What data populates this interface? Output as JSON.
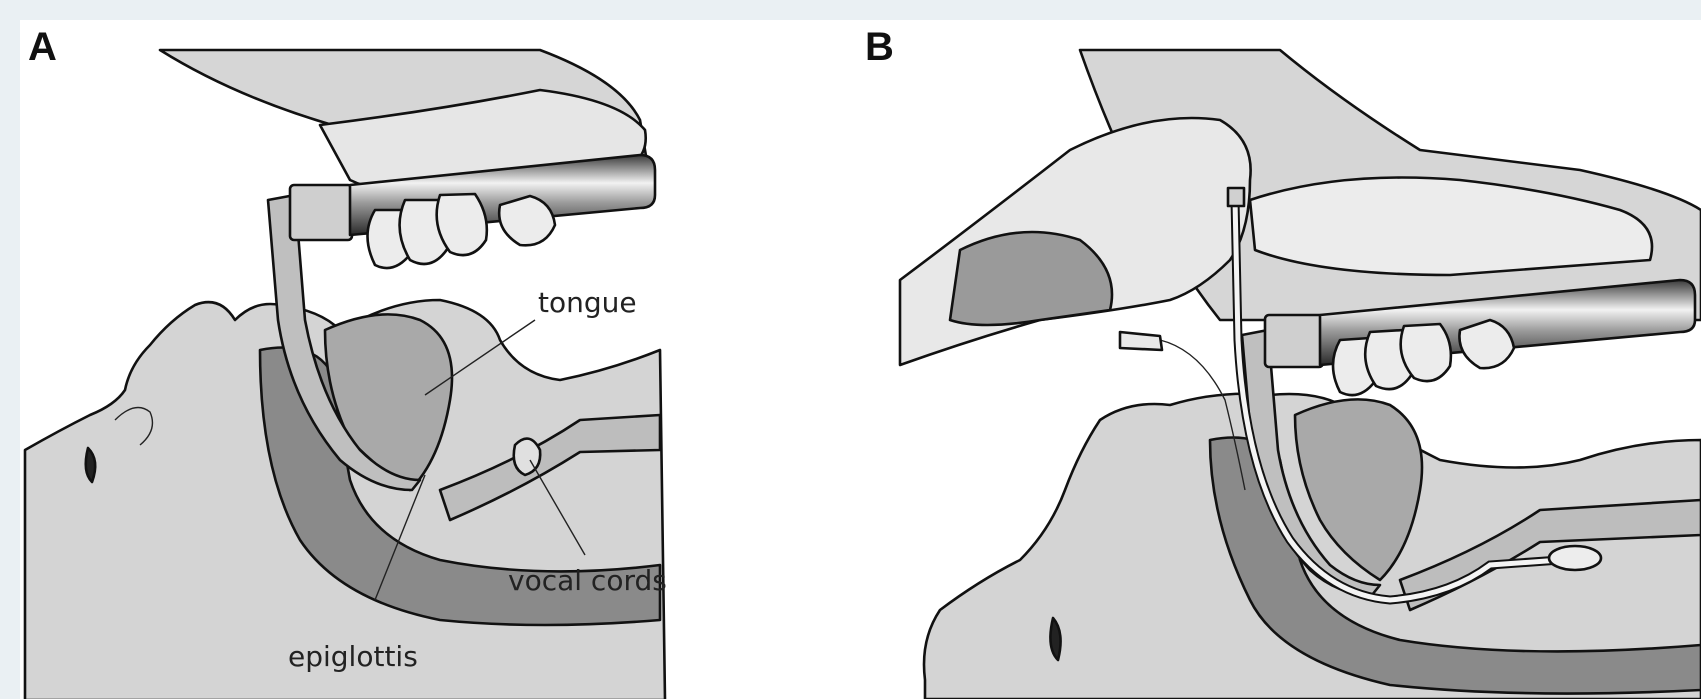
{
  "figure": {
    "panel_a": {
      "letter": "A",
      "labels": {
        "tongue": "tongue",
        "vocal_cords": "vocal cords",
        "epiglottis": "epiglottis"
      }
    },
    "panel_b": {
      "letter": "B"
    }
  },
  "colors": {
    "page_background": "#eaf0f3",
    "figure_background": "#ffffff",
    "skin": "#d4d4d4",
    "tissue_light": "#c6c6c6",
    "tissue_mid": "#a9a9a9",
    "tissue_dark": "#8a8a8a",
    "ink": "#111111"
  }
}
